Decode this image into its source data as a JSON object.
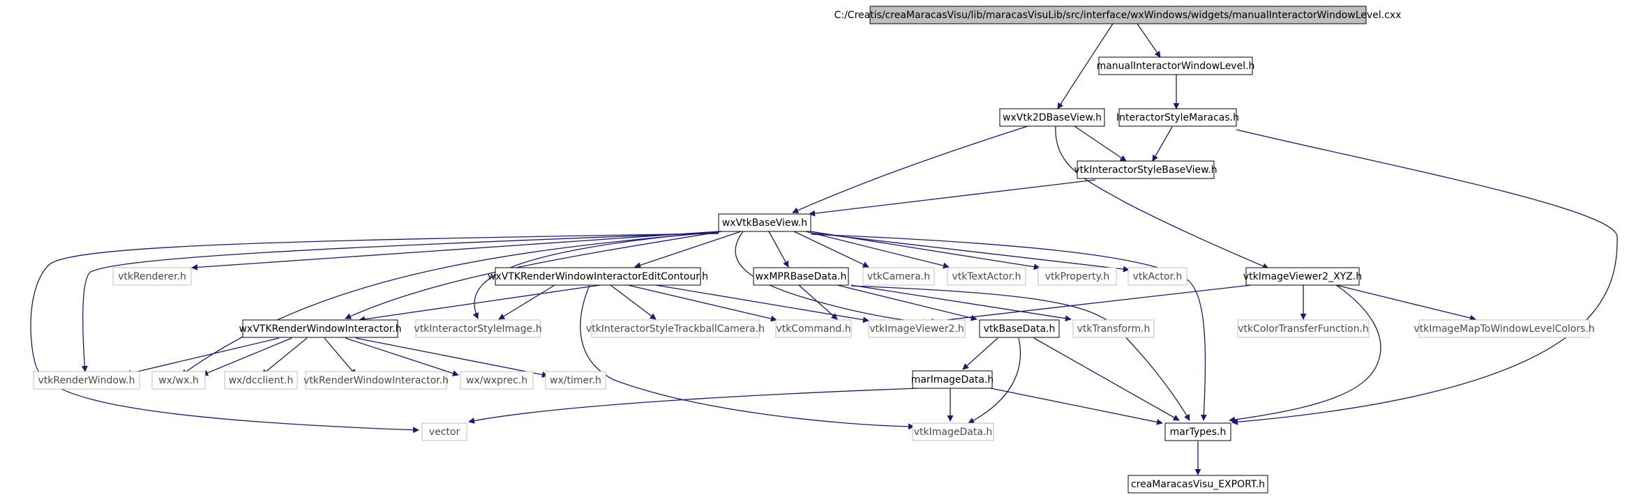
{
  "diagram": {
    "colors": {
      "edge": "#191970",
      "root_fill": "#bfbfbf",
      "node_border": "#000000",
      "external_border": "#bfbfbf",
      "text": "#000000"
    },
    "nodes": {
      "root": "C:/Creatis/creaMaracasVisu/lib/maracasVisuLib/src/interface/wxWindows/widgets/manualInteractorWindowLevel.cxx",
      "manualInteractorWindowLevel": "manualInteractorWindowLevel.h",
      "wxVtk2DBaseView": "wxVtk2DBaseView.h",
      "InteractorStyleMaracas": "InteractorStyleMaracas.h",
      "vtkInteractorStyleBaseView": "vtkInteractorStyleBaseView.h",
      "wxVtkBaseView": "wxVtkBaseView.h",
      "vtkRenderer": "vtkRenderer.h",
      "wxVTKRenderWindowInteractorEditContour": "wxVTKRenderWindowInteractorEditContour.h",
      "wxMPRBaseData": "wxMPRBaseData.h",
      "vtkCamera": "vtkCamera.h",
      "vtkTextActor": "vtkTextActor.h",
      "vtkProperty": "vtkProperty.h",
      "vtkActor": "vtkActor.h",
      "vtkImageViewer2_XYZ": "vtkImageViewer2_XYZ.h",
      "wxVTKRenderWindowInteractor": "wxVTKRenderWindowInteractor.h",
      "vtkInteractorStyleImage": "vtkInteractorStyleImage.h",
      "vtkInteractorStyleTrackballCamera": "vtkInteractorStyleTrackballCamera.h",
      "vtkCommand": "vtkCommand.h",
      "vtkImageViewer2": "vtkImageViewer2.h",
      "vtkBaseData": "vtkBaseData.h",
      "vtkTransform": "vtkTransform.h",
      "vtkColorTransferFunction": "vtkColorTransferFunction.h",
      "vtkImageMapToWindowLevelColors": "vtkImageMapToWindowLevelColors.h",
      "vtkRenderWindow": "vtkRenderWindow.h",
      "wxwx": "wx/wx.h",
      "wxdcclient": "wx/dcclient.h",
      "vtkRenderWindowInteractor": "vtkRenderWindowInteractor.h",
      "wxwxprec": "wx/wxprec.h",
      "wxtimer": "wx/timer.h",
      "marImageData": "marImageData.h",
      "vector": "vector",
      "vtkImageData": "vtkImageData.h",
      "marTypes": "marTypes.h",
      "creaMaracasVisu_EXPORT": "creaMaracasVisu_EXPORT.h"
    }
  }
}
